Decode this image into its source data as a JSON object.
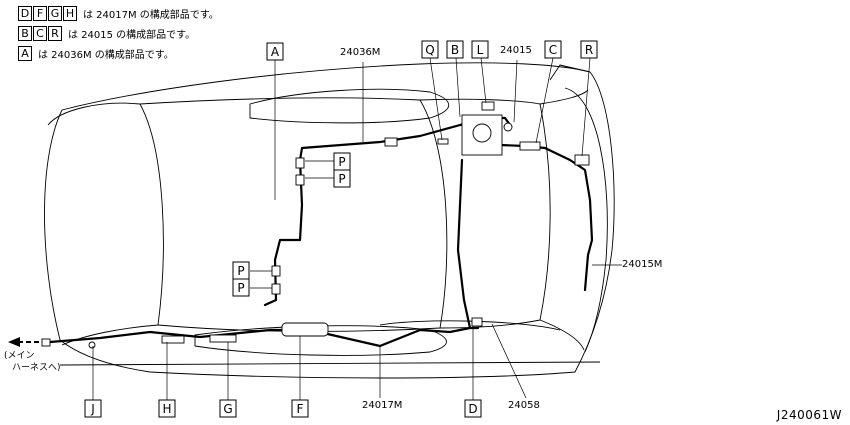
{
  "legend": [
    {
      "boxes": [
        "D",
        "F",
        "G",
        "H"
      ],
      "text": "は 24017M の構成部品です。"
    },
    {
      "boxes": [
        "B",
        "C",
        "R"
      ],
      "text": "は 24015 の構成部品です。"
    },
    {
      "boxes": [
        "A"
      ],
      "text": "は 24036M の構成部品です。"
    }
  ],
  "callouts": {
    "top": [
      "A",
      "Q",
      "B",
      "L",
      "C",
      "R"
    ],
    "bottom": [
      "J",
      "H",
      "G",
      "F",
      "D"
    ],
    "p": [
      "P",
      "P",
      "P",
      "P"
    ]
  },
  "parts": {
    "h24036m": "24036M",
    "h24015": "24015",
    "h24015m": "24015M",
    "h24017m": "24017M",
    "h24058": "24058"
  },
  "main_harness_note": [
    "(メイン",
    "ハーネスへ)"
  ],
  "drawing_code": "J240061W",
  "colors": {
    "line": "#000000",
    "background": "#ffffff"
  }
}
